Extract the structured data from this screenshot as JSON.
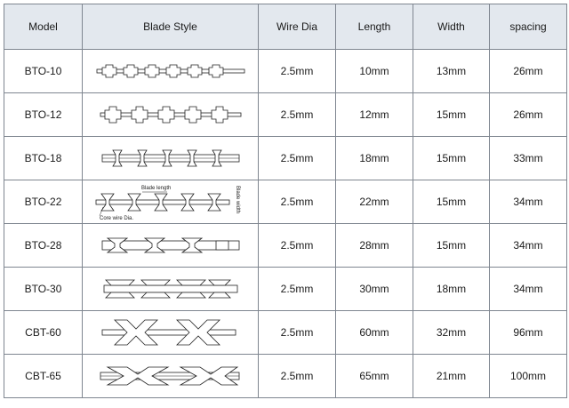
{
  "table": {
    "headers": [
      "Model",
      "Blade Style",
      "Wire Dia",
      "Length",
      "Width",
      "spacing"
    ],
    "rows": [
      {
        "model": "BTO-10",
        "blade": "bto-10-blade-diagram",
        "wire_dia": "2.5mm",
        "length": "10mm",
        "width": "13mm",
        "spacing": "26mm"
      },
      {
        "model": "BTO-12",
        "blade": "bto-12-blade-diagram",
        "wire_dia": "2.5mm",
        "length": "12mm",
        "width": "15mm",
        "spacing": "26mm"
      },
      {
        "model": "BTO-18",
        "blade": "bto-18-blade-diagram",
        "wire_dia": "2.5mm",
        "length": "18mm",
        "width": "15mm",
        "spacing": "33mm"
      },
      {
        "model": "BTO-22",
        "blade": "bto-22-blade-diagram",
        "wire_dia": "2.5mm",
        "length": "22mm",
        "width": "15mm",
        "spacing": "34mm",
        "annotations": {
          "blade_length": "Blade length",
          "core_wire": "Core wire Dia.",
          "blade_width": "Blade width"
        }
      },
      {
        "model": "BTO-28",
        "blade": "bto-28-blade-diagram",
        "wire_dia": "2.5mm",
        "length": "28mm",
        "width": "15mm",
        "spacing": "34mm"
      },
      {
        "model": "BTO-30",
        "blade": "bto-30-blade-diagram",
        "wire_dia": "2.5mm",
        "length": "30mm",
        "width": "18mm",
        "spacing": "34mm"
      },
      {
        "model": "CBT-60",
        "blade": "cbt-60-blade-diagram",
        "wire_dia": "2.5mm",
        "length": "60mm",
        "width": "32mm",
        "spacing": "96mm"
      },
      {
        "model": "CBT-65",
        "blade": "cbt-65-blade-diagram",
        "wire_dia": "2.5mm",
        "length": "65mm",
        "width": "21mm",
        "spacing": "100mm"
      }
    ]
  }
}
